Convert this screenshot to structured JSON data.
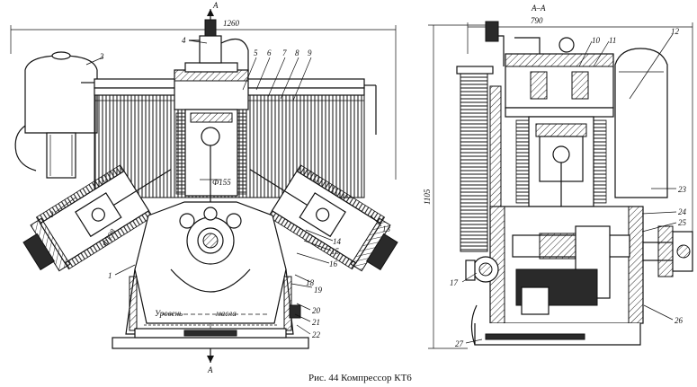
{
  "figure": {
    "caption": "Рис. 44  Компрессор КТ6"
  },
  "dimensions": {
    "width_left": "1260",
    "width_right": "790",
    "height": "1105",
    "cylinder_hp": "Ф155",
    "cylinder_lp": "Ф198"
  },
  "views": {
    "section_title": "А–А",
    "section_mark_top": "А",
    "section_mark_bottom": "А"
  },
  "labels": {
    "oil_level_word1": "Уровень",
    "oil_level_word2": "масла"
  },
  "callouts": [
    "1",
    "2",
    "3",
    "4",
    "5",
    "6",
    "7",
    "8",
    "9",
    "10",
    "11",
    "12",
    "13",
    "14",
    "15",
    "16",
    "17",
    "18",
    "19",
    "20",
    "21",
    "22",
    "23",
    "24",
    "25",
    "26",
    "27"
  ]
}
